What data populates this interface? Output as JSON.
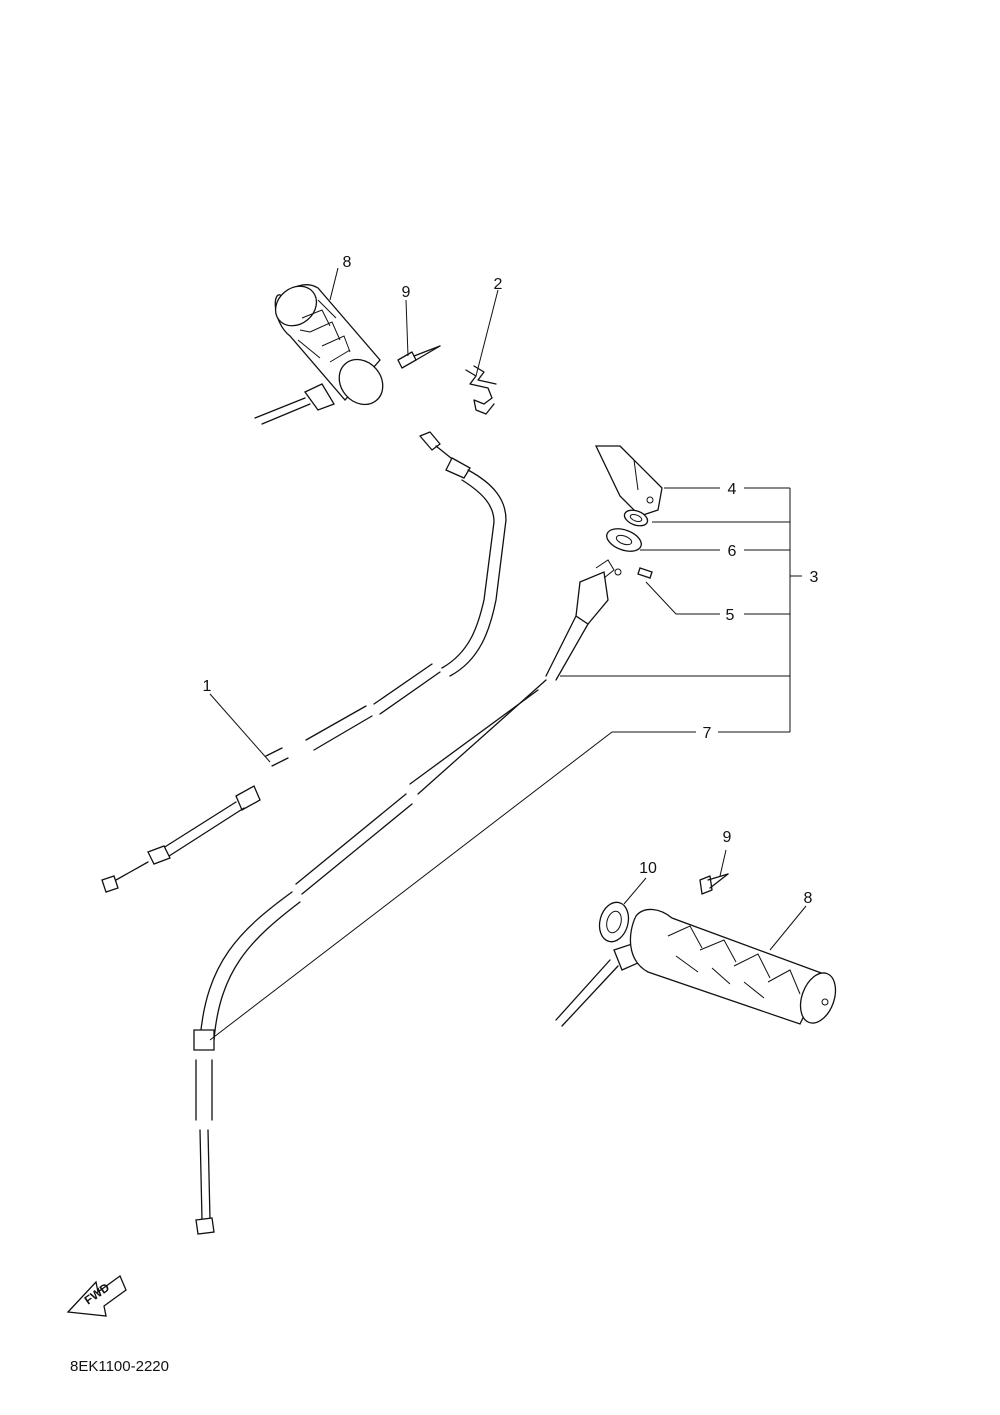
{
  "diagram": {
    "callouts": {
      "c1": "1",
      "c2": "2",
      "c3": "3",
      "c4": "4",
      "c5": "5",
      "c6": "6",
      "c7": "7",
      "c8_left": "8",
      "c8_right": "8",
      "c9_left": "9",
      "c9_right": "9",
      "c10": "10"
    },
    "fwd_label": "FWD",
    "part_code": "8EK1100-2220"
  }
}
